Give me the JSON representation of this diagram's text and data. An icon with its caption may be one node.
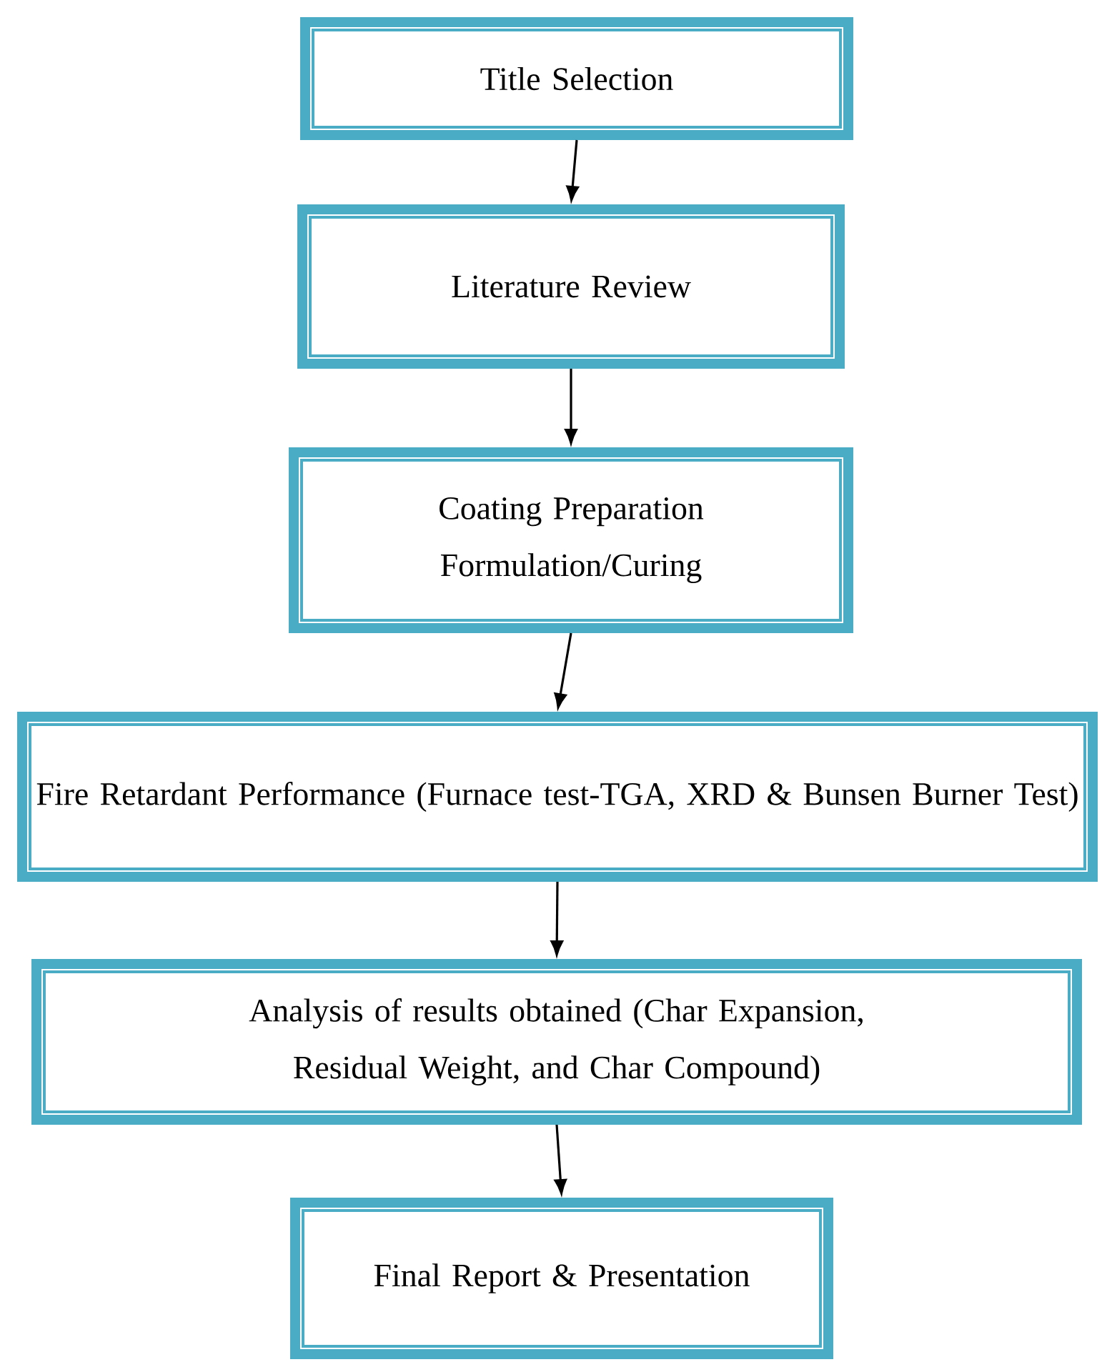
{
  "diagram": {
    "nodes": [
      {
        "text": [
          "Title Selection"
        ]
      },
      {
        "text": [
          "Literature Review"
        ]
      },
      {
        "text": [
          "Coating Preparation Formulation/Curing"
        ]
      },
      {
        "text": [
          "Fire Retardant Performance (Furnace test-TGA, XRD & Bunsen Burner Test)"
        ]
      },
      {
        "text": [
          "Analysis of results obtained (Char Expansion, Residual Weight, and Char Compound)"
        ]
      },
      {
        "text": [
          "Final Report & Presentation"
        ]
      }
    ],
    "edges": [
      {
        "from": 0,
        "to": 1,
        "arrow": "to"
      },
      {
        "from": 1,
        "to": 2,
        "arrow": "to"
      },
      {
        "from": 2,
        "to": 3,
        "arrow": "to"
      },
      {
        "from": 3,
        "to": 4,
        "arrow": "to"
      },
      {
        "from": 4,
        "to": 5,
        "arrow": "to"
      }
    ]
  }
}
